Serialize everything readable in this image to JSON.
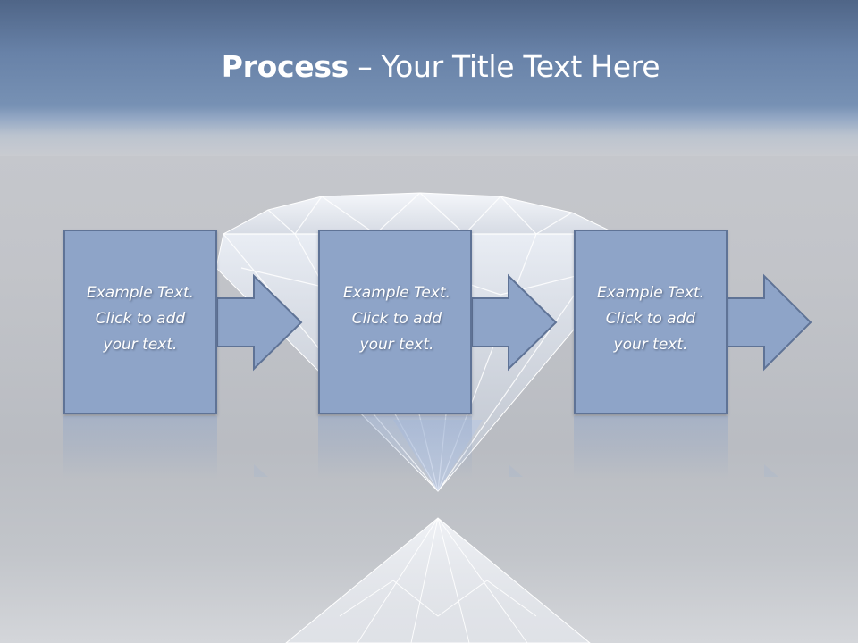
{
  "slide": {
    "title_bold": "Process",
    "title_rest": " – Your Title Text Here"
  },
  "steps": [
    {
      "line1": "Example Text.",
      "line2": "Click  to add",
      "line3": "your text."
    },
    {
      "line1": "Example Text.",
      "line2": "Click  to add",
      "line3": "your text."
    },
    {
      "line1": "Example Text.",
      "line2": "Click  to add",
      "line3": "your text."
    }
  ],
  "colors": {
    "header": "#6882a8",
    "box_fill": "#8ea4c8",
    "box_border": "#5f7396",
    "background": "#c4c6cb"
  },
  "decor": {
    "background_image": "diamond-image"
  }
}
